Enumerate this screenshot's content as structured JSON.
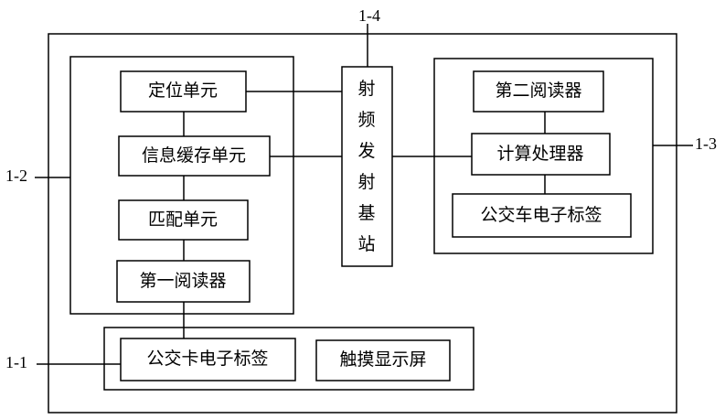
{
  "labels": {
    "ref_1_1": "1-1",
    "ref_1_2": "1-2",
    "ref_1_3": "1-3",
    "ref_1_4": "1-4"
  },
  "blocks": {
    "positioning_unit": "定位单元",
    "info_cache_unit": "信息缓存单元",
    "matching_unit": "匹配单元",
    "first_reader": "第一阅读器",
    "rf_base_station": [
      "射",
      "频",
      "发",
      "射",
      "基",
      "站"
    ],
    "second_reader": "第二阅读器",
    "computing_processor": "计算处理器",
    "bus_electronic_tag": "公交车电子标签",
    "bus_card_electronic_tag": "公交卡电子标签",
    "touch_display": "触摸显示屏"
  }
}
